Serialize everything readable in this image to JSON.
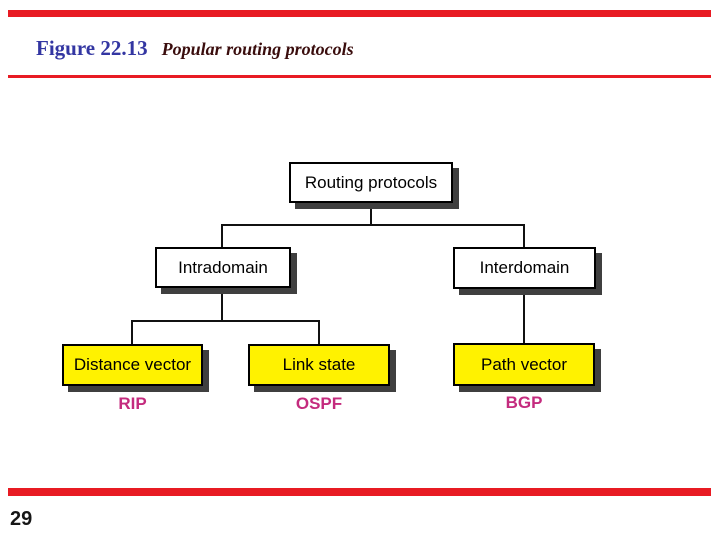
{
  "page": {
    "figure_label": "Figure 22.13",
    "figure_title": "Popular routing protocols",
    "page_number": "29"
  },
  "colors": {
    "bar_red": "#e81b23",
    "title_blue": "#3336a2",
    "title_maroon": "#3a0d0d",
    "node_yellow": "#fff200",
    "protocol_magenta": "#c42b7e",
    "shadow_gray": "#3f3f3f"
  },
  "diagram": {
    "root": {
      "label": "Routing protocols"
    },
    "level1": [
      {
        "label": "Intradomain"
      },
      {
        "label": "Interdomain"
      }
    ],
    "leaves": [
      {
        "label": "Distance vector",
        "protocol": "RIP",
        "parent": "Intradomain"
      },
      {
        "label": "Link state",
        "protocol": "OSPF",
        "parent": "Intradomain"
      },
      {
        "label": "Path vector",
        "protocol": "BGP",
        "parent": "Interdomain"
      }
    ]
  }
}
